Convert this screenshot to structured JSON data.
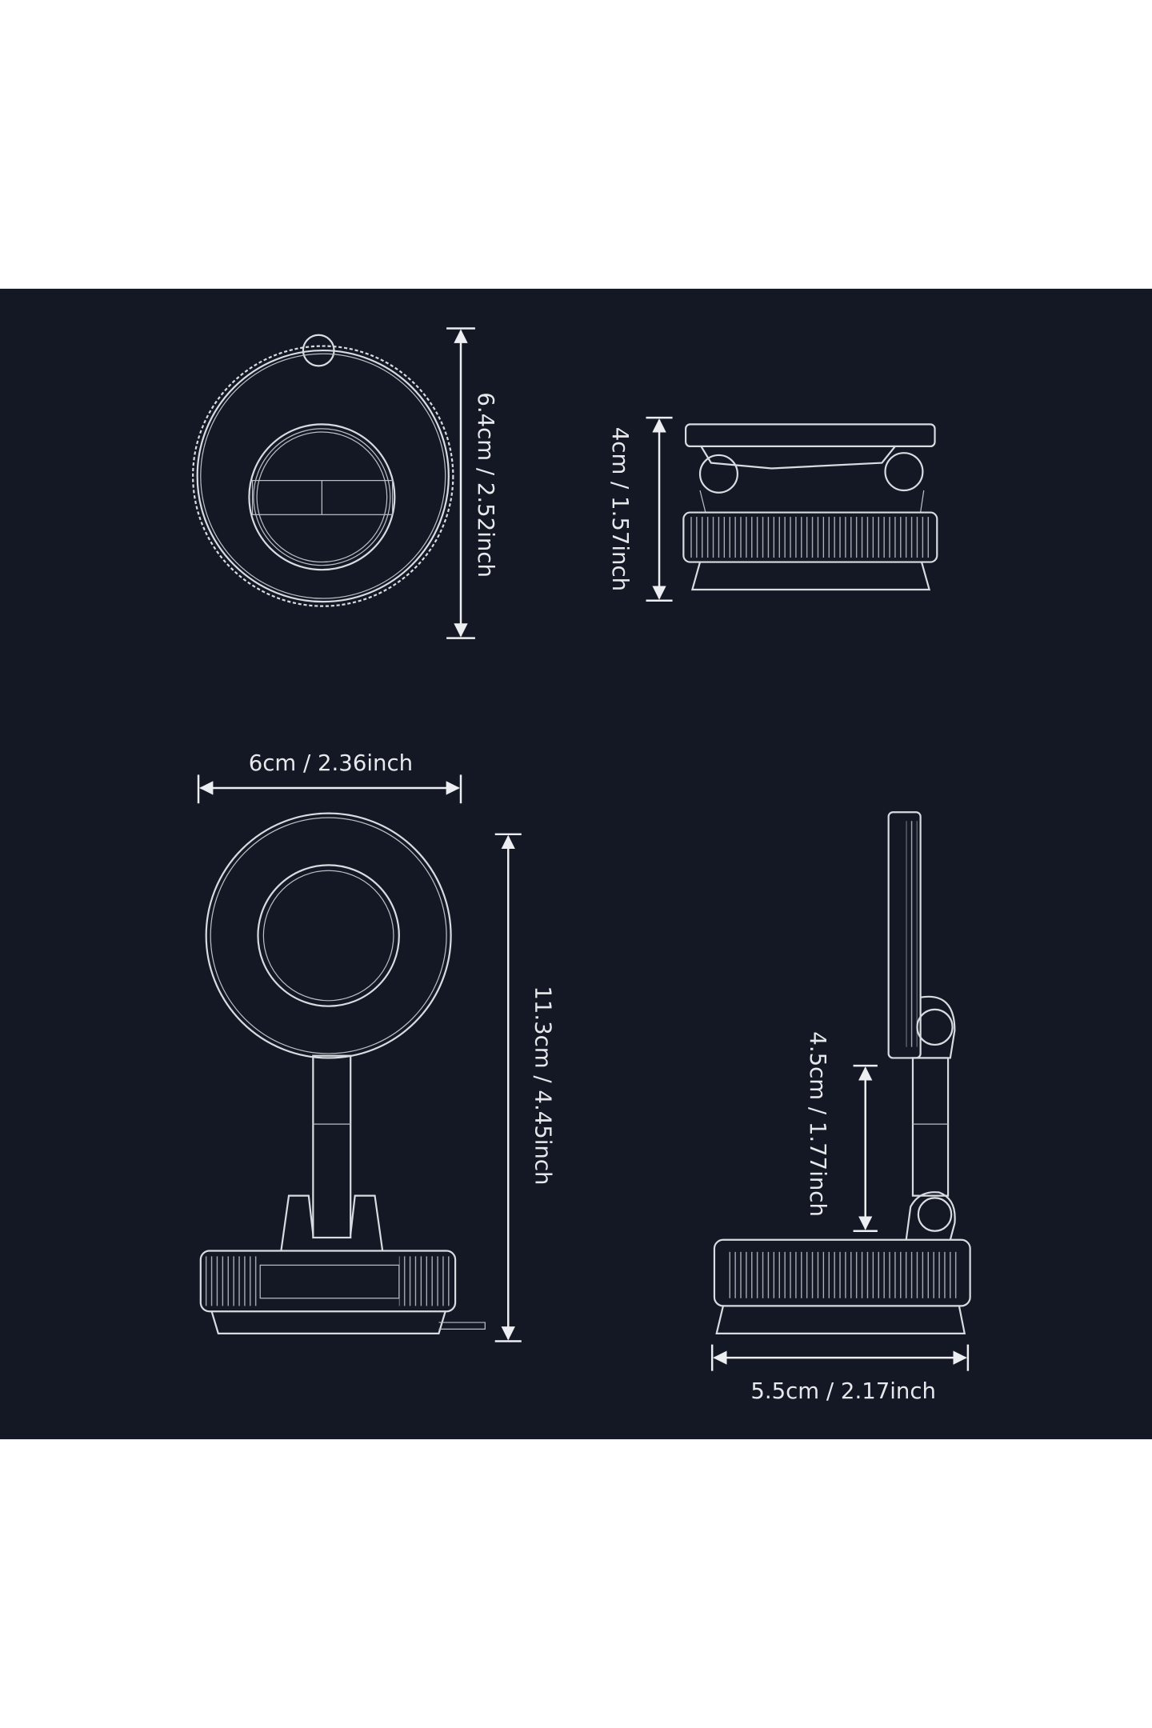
{
  "colors": {
    "background": "#141824",
    "line": "#d8dbe0"
  },
  "views": {
    "front_mount": {
      "dimension": "6.4cm / 2.52inch"
    },
    "side_mount": {
      "dimension": "4cm / 1.57inch"
    },
    "front_stand": {
      "width": "6cm / 2.36inch",
      "height": "11.3cm / 4.45inch"
    },
    "side_stand": {
      "arm": "4.5cm / 1.77inch",
      "base": "5.5cm / 2.17inch"
    }
  }
}
